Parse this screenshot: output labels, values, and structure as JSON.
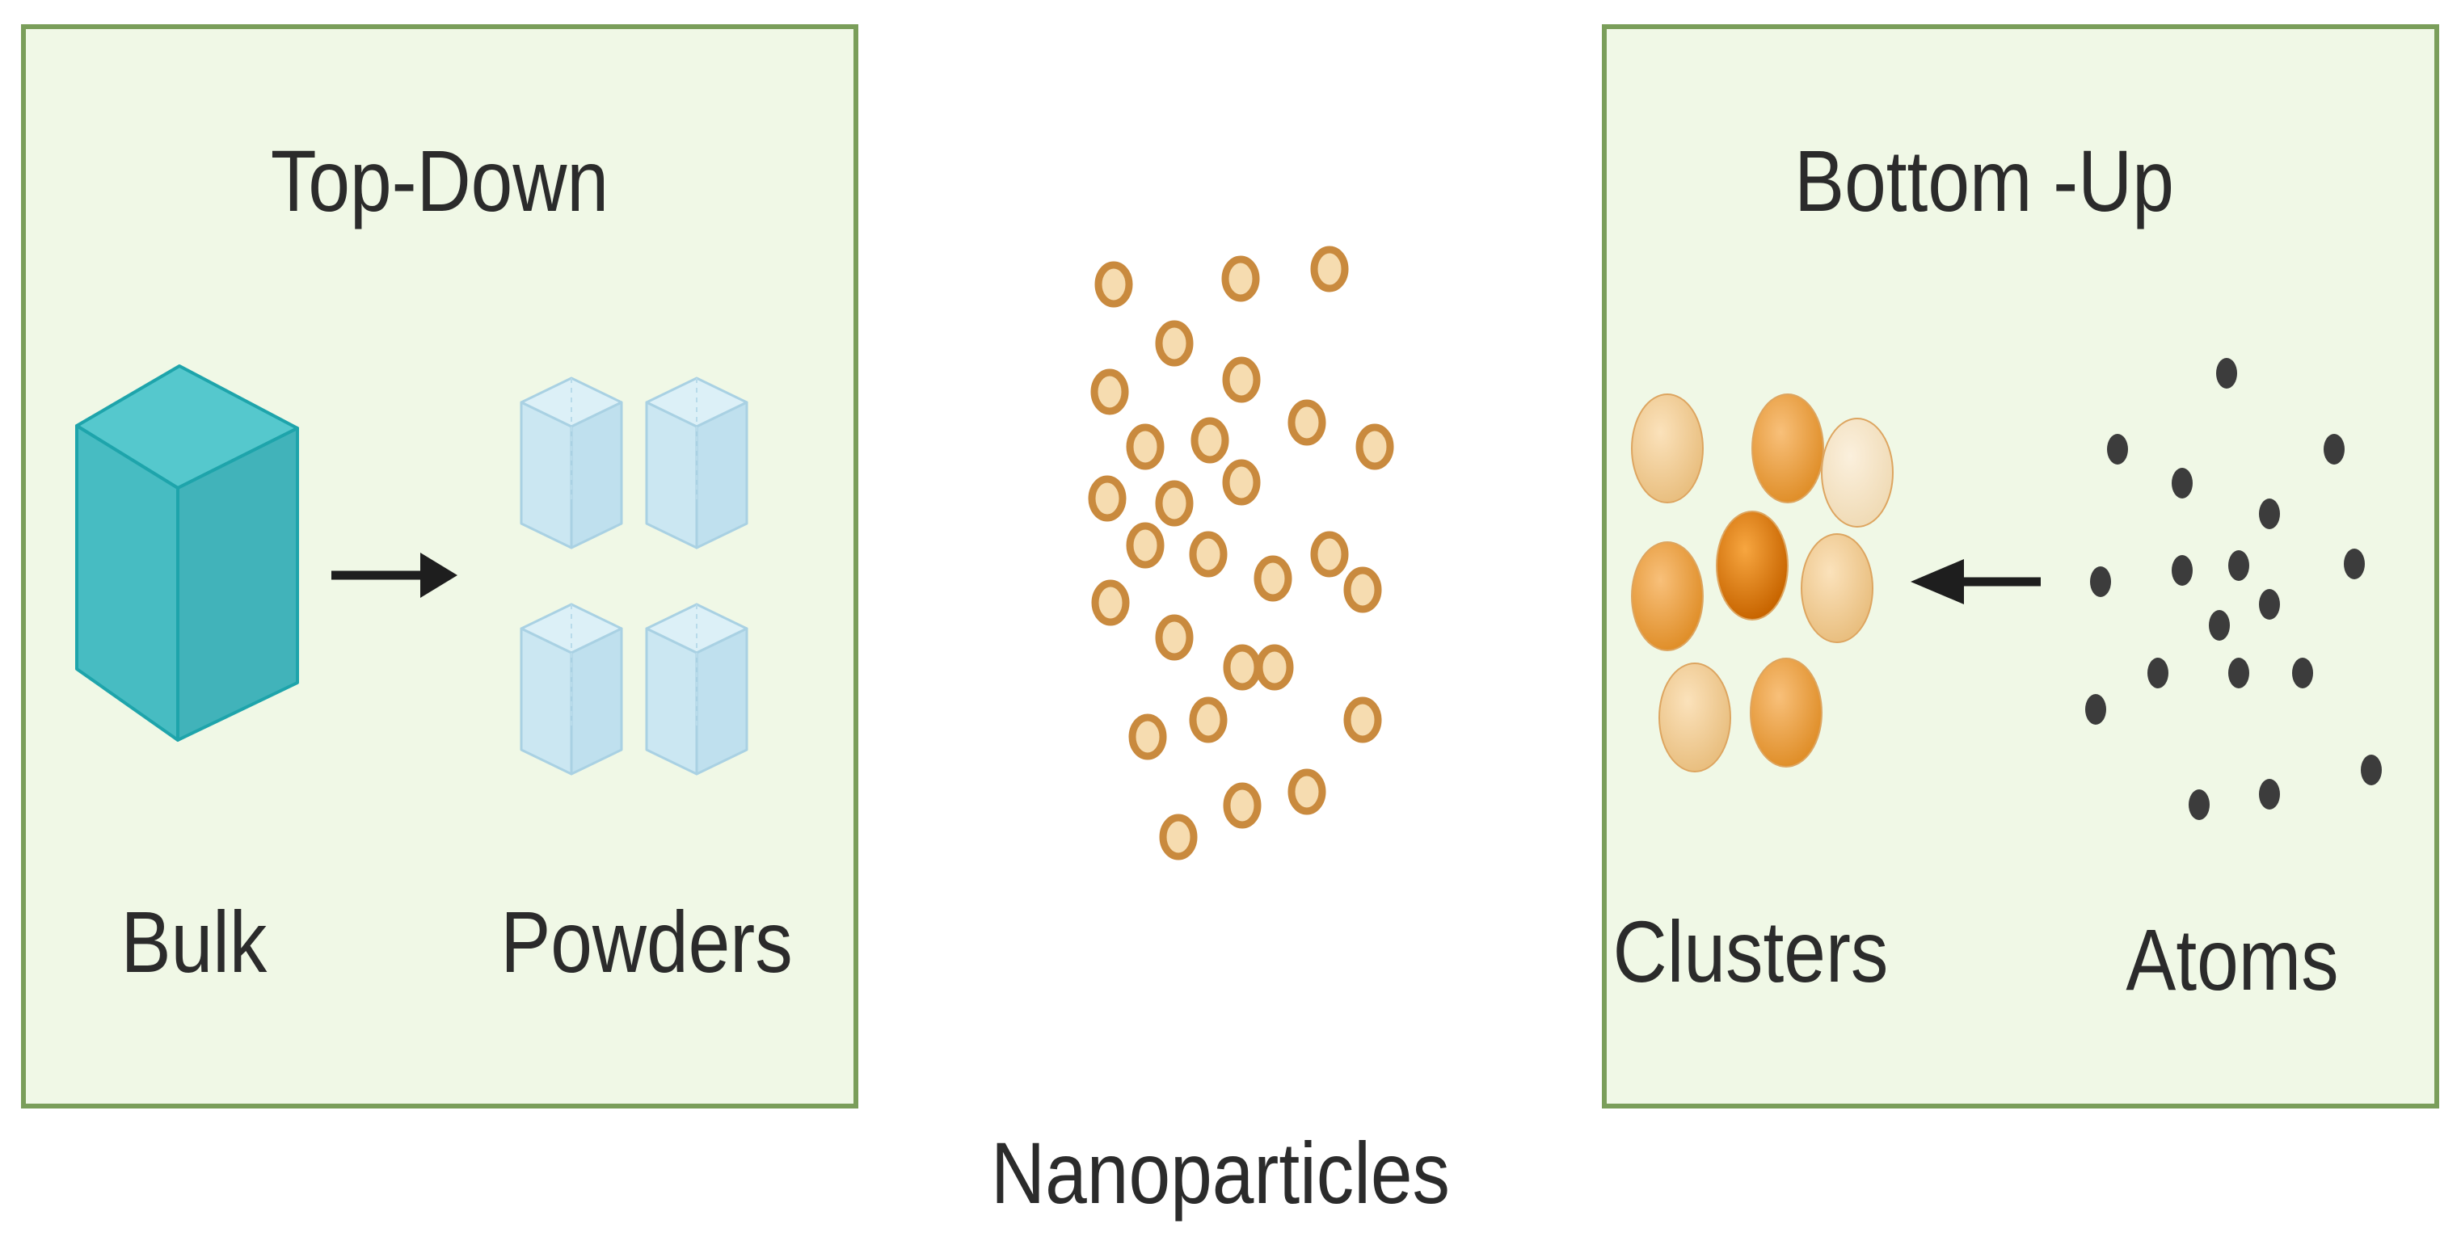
{
  "diagram": {
    "top_down": {
      "title": "Top-Down",
      "bulk_label": "Bulk",
      "powders_label": "Powders"
    },
    "center": {
      "label": "Nanoparticles"
    },
    "bottom_up": {
      "title": "Bottom -Up",
      "clusters_label": "Clusters",
      "atoms_label": "Atoms"
    },
    "colors": {
      "panel_fill": "#f0f8e6",
      "panel_border": "#7a9e5a",
      "bulk_cube": "#4cc0c6",
      "powder_cube": "#c8e6f0",
      "nanoparticle": "#c98a3e",
      "cluster_dark": "#e07b00",
      "cluster_mid": "#eea040",
      "cluster_light": "#f3cf95",
      "atom": "#3c3c3c",
      "arrow": "#1e1e1e"
    },
    "icons": [
      "arrow-right-icon",
      "arrow-left-icon"
    ]
  }
}
